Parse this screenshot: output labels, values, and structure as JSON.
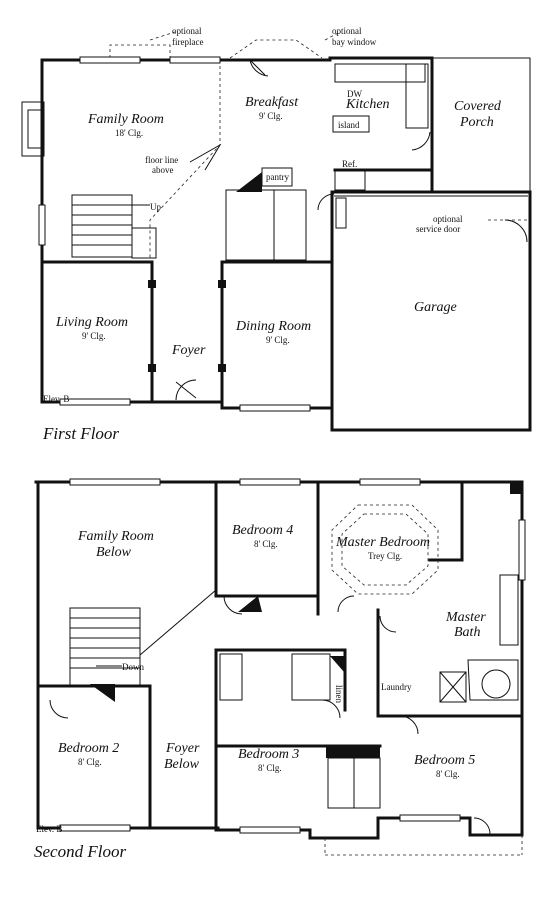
{
  "first_floor": {
    "title": "First Floor",
    "elevation": "Elev. B",
    "rooms": [
      {
        "name": "Family Room",
        "ceiling": "18' Clg."
      },
      {
        "name": "Breakfast",
        "ceiling": "9' Clg."
      },
      {
        "name": "Kitchen"
      },
      {
        "name": "Covered",
        "name2": "Porch"
      },
      {
        "name": "Living Room",
        "ceiling": "9' Clg."
      },
      {
        "name": "Foyer"
      },
      {
        "name": "Dining Room",
        "ceiling": "9' Clg."
      },
      {
        "name": "Garage"
      }
    ],
    "labels": {
      "optional_fireplace": [
        "optional",
        "fireplace"
      ],
      "optional_bay_window": [
        "optional",
        "bay window"
      ],
      "dw": "DW",
      "island": "island",
      "floor_line": [
        "floor line",
        "above"
      ],
      "pantry": "pantry",
      "ref": "Ref.",
      "up": "Up",
      "optional_service_door": [
        "optional",
        "service door"
      ]
    }
  },
  "second_floor": {
    "title": "Second Floor",
    "elevation": "Elev. B",
    "rooms": [
      {
        "name": "Family Room",
        "name2": "Below"
      },
      {
        "name": "Bedroom 4",
        "ceiling": "8' Clg."
      },
      {
        "name": "Master Bedroom",
        "ceiling": "Trey Clg."
      },
      {
        "name": "Master",
        "name2": "Bath"
      },
      {
        "name": "Bedroom 2",
        "ceiling": "8' Clg."
      },
      {
        "name": "Foyer",
        "name2": "Below"
      },
      {
        "name": "Bedroom 3",
        "ceiling": "8' Clg."
      },
      {
        "name": "Bedroom 5",
        "ceiling": "8' Clg."
      }
    ],
    "labels": {
      "down": "Down",
      "linen": "linen",
      "laundry": "Laundry"
    }
  }
}
